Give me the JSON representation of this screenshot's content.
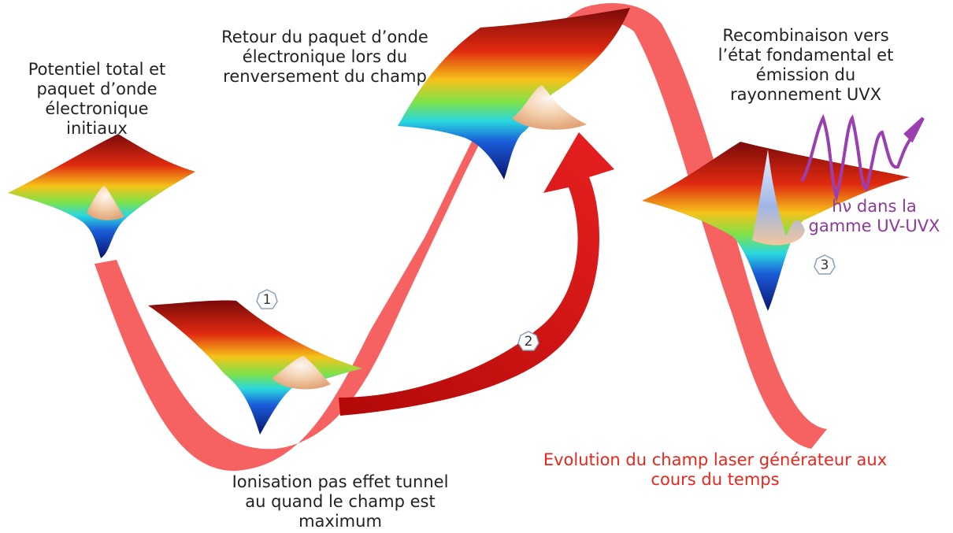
{
  "labels": {
    "initial": [
      "Potentiel total et",
      "paquet d’onde",
      "électronique",
      "initiaux"
    ],
    "return": [
      "Retour du paquet d’onde",
      "électronique lors du",
      "renversement du champ"
    ],
    "recombination": [
      "Recombinaison vers",
      "l’état fondamental et",
      "émission du",
      "rayonnement UVX"
    ],
    "photon": [
      "hν dans la",
      "gamme UV-UVX"
    ],
    "ionisation": [
      "Ionisation pas effet tunnel",
      "au quand le champ est",
      "maximum"
    ],
    "field": [
      "Evolution du champ laser générateur aux",
      "cours du temps"
    ]
  },
  "steps": [
    "1",
    "2",
    "3"
  ],
  "colors": {
    "field_ribbon": "#f55a5a",
    "return_arrow": "#d81010",
    "photon_wave": "#9b3fb0",
    "field_text": "#e8261c",
    "photon_text": "#8d3a9b"
  }
}
